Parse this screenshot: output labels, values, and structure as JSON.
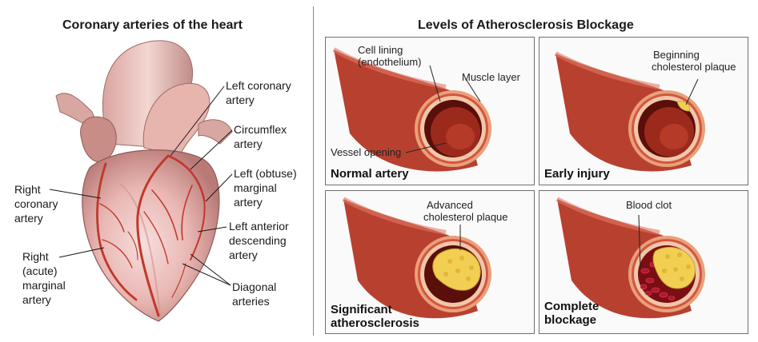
{
  "left": {
    "title": "Coronary arteries of the heart",
    "labels": {
      "left_coronary": [
        "Left coronary",
        "artery"
      ],
      "circumflex": [
        "Circumflex",
        "artery"
      ],
      "left_obtuse": [
        "Left (obtuse)",
        "marginal",
        "artery"
      ],
      "left_anterior": [
        "Left anterior",
        "descending",
        "artery"
      ],
      "diagonal": [
        "Diagonal",
        "arteries"
      ],
      "right_coronary": [
        "Right",
        "coronary",
        "artery"
      ],
      "right_acute": [
        "Right",
        "(acute)",
        "marginal",
        "artery"
      ]
    }
  },
  "right": {
    "title": "Levels of Atherosclerosis Blockage",
    "cards": {
      "normal": {
        "title": [
          "Normal artery"
        ],
        "labels": {
          "cell_lining": [
            "Cell lining",
            "(endothelium)"
          ],
          "muscle": [
            "Muscle layer"
          ],
          "opening": [
            "Vessel opening"
          ]
        }
      },
      "early": {
        "title": [
          "Early injury"
        ],
        "labels": {
          "plaque": [
            "Beginning",
            "cholesterol plaque"
          ]
        }
      },
      "significant": {
        "title": [
          "Significant",
          "atherosclerosis"
        ],
        "labels": {
          "plaque": [
            "Advanced",
            "cholesterol plaque"
          ]
        }
      },
      "complete": {
        "title": [
          "Complete",
          "blockage"
        ],
        "labels": {
          "clot": [
            "Blood clot"
          ]
        }
      }
    }
  },
  "colors": {
    "artery_outer": "#c0392b",
    "artery_dark": "#7b1710",
    "plaque": "#f2cf52",
    "clot": "#b3162f",
    "heart": "#e9b7b3"
  }
}
